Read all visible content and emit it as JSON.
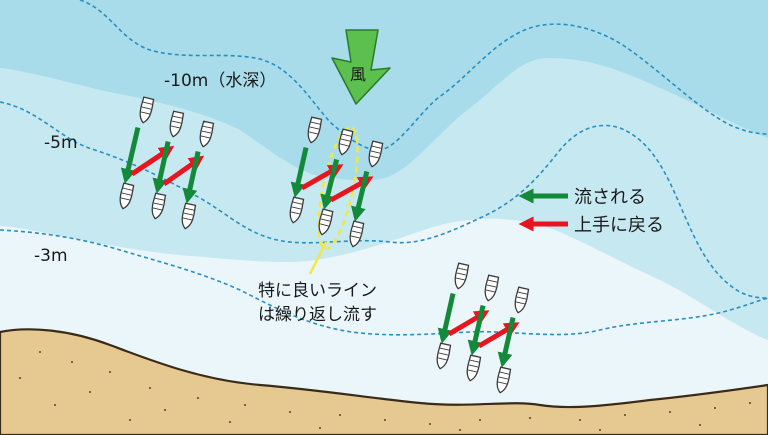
{
  "depths": {
    "deep": "-10m（水深）",
    "mid": "-5m",
    "shallow": "-3m"
  },
  "wind": {
    "label": "風"
  },
  "legend": {
    "drift": "流される",
    "return": "上手に戻る"
  },
  "callout": {
    "line1": "特に良いライン",
    "line2": "は繰り返し流す"
  },
  "colors": {
    "water_deep": "#a9dcea",
    "water_mid": "#c6e8f1",
    "water_shallow": "#eaf6fa",
    "sand": "#e6c990",
    "sand_edge": "#3a2a18",
    "contour": "#2a8fc0",
    "drift_arrow": "#128a3a",
    "return_arrow": "#e8141e",
    "wind_arrow": "#5cc04e",
    "highlight": "#f2e93a"
  },
  "icons": [
    "boat-icon",
    "drift-arrow-icon",
    "return-arrow-icon",
    "wind-arrow-icon"
  ]
}
